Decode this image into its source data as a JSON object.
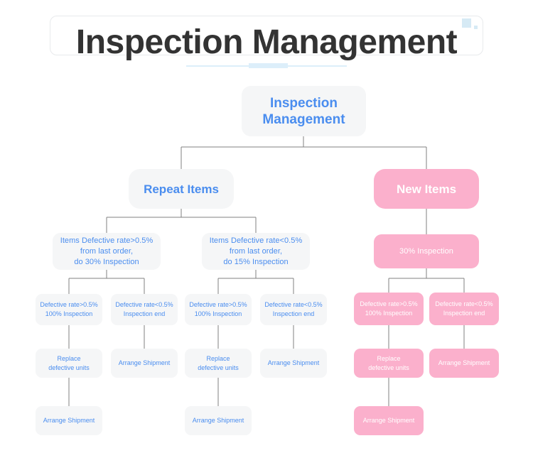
{
  "header": {
    "title": "Inspection Management",
    "deco_square_color": "#d6eaf5",
    "underline_color": "#dceefa"
  },
  "theme": {
    "gray_node_bg": "#f5f6f7",
    "gray_node_text": "#4a8def",
    "pink_node_bg": "#fbb0cc",
    "pink_node_text": "#ffffff",
    "connector_color": "#808080",
    "page_bg": "#ffffff"
  },
  "diagram": {
    "type": "tree-flowchart",
    "root": {
      "label": "Inspection\nManagement",
      "style": "gray"
    },
    "branches": [
      {
        "label": "Repeat Items",
        "style": "gray",
        "children": [
          {
            "label": "Items Defective rate>0.5%\nfrom last order,\ndo 30% Inspection",
            "style": "gray",
            "children": [
              {
                "label": "Defective rate>0.5%\n100% Inspection",
                "style": "gray",
                "children": [
                  {
                    "label": "Replace\ndefective units",
                    "style": "gray",
                    "children": [
                      {
                        "label": "Arrange Shipment",
                        "style": "gray"
                      }
                    ]
                  }
                ]
              },
              {
                "label": "Defective rate<0.5%\nInspection end",
                "style": "gray",
                "children": [
                  {
                    "label": "Arrange Shipment",
                    "style": "gray"
                  }
                ]
              }
            ]
          },
          {
            "label": "Items Defective rate<0.5%\nfrom last order,\ndo 15% Inspection",
            "style": "gray",
            "children": [
              {
                "label": "Defective rate>0.5%\n100% Inspection",
                "style": "gray",
                "children": [
                  {
                    "label": "Replace\ndefective units",
                    "style": "gray",
                    "children": [
                      {
                        "label": "Arrange Shipment",
                        "style": "gray"
                      }
                    ]
                  }
                ]
              },
              {
                "label": "Defective rate<0.5%\nInspection end",
                "style": "gray",
                "children": [
                  {
                    "label": "Arrange Shipment",
                    "style": "gray"
                  }
                ]
              }
            ]
          }
        ]
      },
      {
        "label": "New Items",
        "style": "pink",
        "children": [
          {
            "label": "30% Inspection",
            "style": "pink",
            "children": [
              {
                "label": "Defective rate>0.5%\n100% Inspection",
                "style": "pink",
                "children": [
                  {
                    "label": "Replace\ndefective units",
                    "style": "pink",
                    "children": [
                      {
                        "label": "Arrange Shipment",
                        "style": "pink"
                      }
                    ]
                  }
                ]
              },
              {
                "label": "Defective rate<0.5%\nInspection end",
                "style": "pink",
                "children": [
                  {
                    "label": "Arrange Shipment",
                    "style": "pink"
                  }
                ]
              }
            ]
          }
        ]
      }
    ],
    "nodes_flat": {
      "root": "Inspection\nManagement",
      "repeat_items": "Repeat Items",
      "new_items": "New Items",
      "repeat_gt": "Items Defective rate>0.5%\nfrom last order,\ndo 30% Inspection",
      "repeat_lt": "Items Defective rate<0.5%\nfrom last order,\ndo 15% Inspection",
      "new_30": "30% Inspection",
      "a_gt": "Defective rate>0.5%\n100% Inspection",
      "a_lt": "Defective rate<0.5%\nInspection end",
      "b_gt": "Defective rate>0.5%\n100% Inspection",
      "b_lt": "Defective rate<0.5%\nInspection end",
      "c_gt": "Defective rate>0.5%\n100% Inspection",
      "c_lt": "Defective rate<0.5%\nInspection end",
      "a_replace": "Replace\ndefective units",
      "a_arrange": "Arrange Shipment",
      "b_replace": "Replace\ndefective units",
      "b_arrange": "Arrange Shipment",
      "c_replace": "Replace\ndefective units",
      "c_arrange": "Arrange Shipment",
      "a_arrange2": "Arrange Shipment",
      "b_arrange2": "Arrange Shipment",
      "c_arrange2": "Arrange Shipment"
    }
  }
}
